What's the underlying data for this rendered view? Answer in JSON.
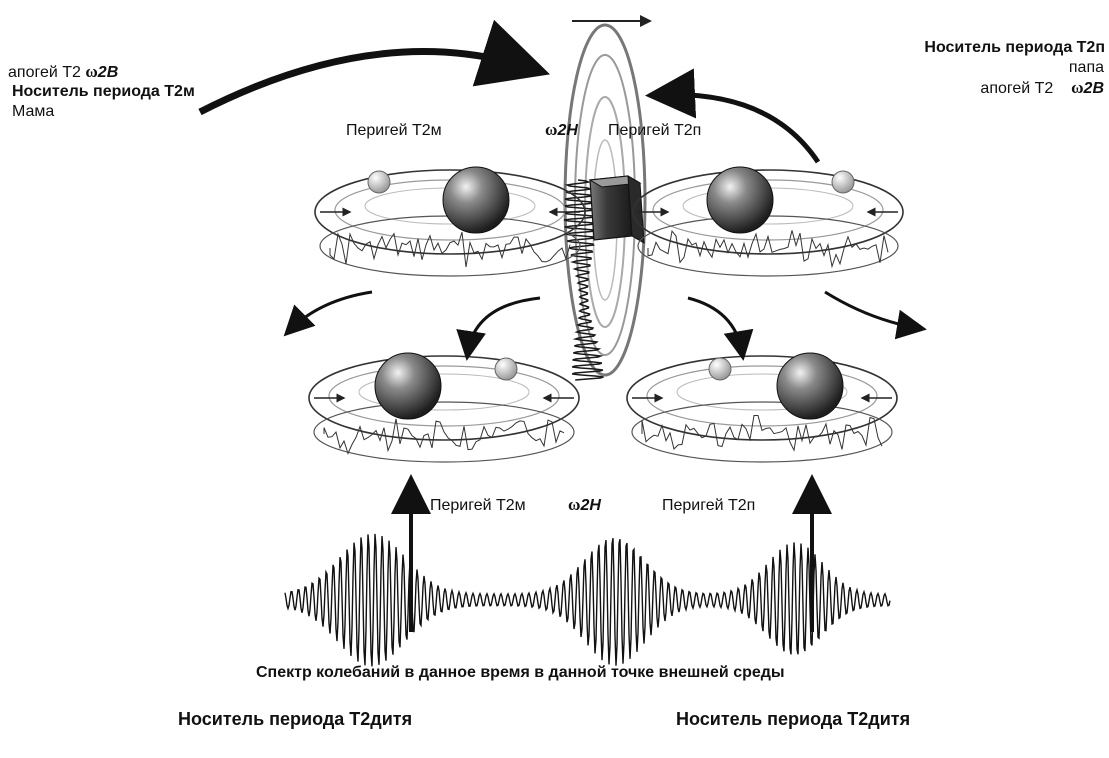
{
  "left_block": {
    "apogee": "апогей Т2",
    "omega_symbol": "ω",
    "omega_sub": "2B",
    "carrier": "Носитель периода Т2м",
    "name": "Мама"
  },
  "right_block": {
    "carrier": "Носитель периода Т2п",
    "name": "папа",
    "apogee": "апогей Т2",
    "omega_symbol": "ω",
    "omega_sub": "2B"
  },
  "perigee_top": {
    "mom": "Перигей Т2м",
    "omega_symbol": "ω",
    "omega_sub": "2H",
    "dad": "Перигей Т2п"
  },
  "perigee_bottom": {
    "mom": "Перигей Т2м",
    "omega_symbol": "ω",
    "omega_sub": "2H",
    "dad": "Перигей Т2п"
  },
  "caption": "Спектр колебаний в данное время в данной точке внешней среды",
  "children": {
    "left": "Носитель периода Т2дитя",
    "right": "Носитель периода Т2дитя"
  }
}
